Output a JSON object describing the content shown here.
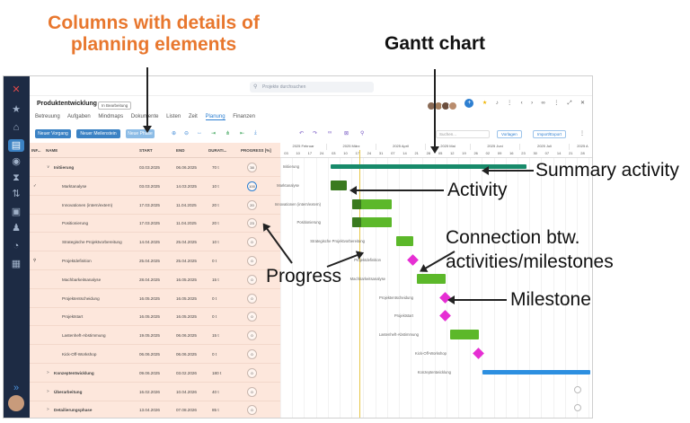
{
  "annotations": {
    "columns_title": "Columns with details of planning elements",
    "gantt_title": "Gantt chart",
    "summary_activity": "Summary activity",
    "activity": "Activity",
    "connection_line1": "Connection btw.",
    "connection_line2": "activities/milestones",
    "progress": "Progress",
    "milestone": "Milestone"
  },
  "app": {
    "search_placeholder": "Projekte durchsuchen",
    "project_title": "Produktentwicklung",
    "status_badge": "In Bearbeitung",
    "tabs": [
      "Betreuung",
      "Aufgaben",
      "Mindmaps",
      "Dokumente",
      "Listen",
      "Zeit",
      "Planung",
      "Finanzen"
    ],
    "active_tab": "Planung"
  },
  "toolbar": {
    "new_process": "Neuer Vorgang",
    "new_milestone": "Neuer Meilenstein",
    "new_phase": "Neue Phase",
    "search_placeholder": "Suchen...",
    "templates": "Vorlagen",
    "import_export": "Import/Export"
  },
  "table": {
    "headers": {
      "info": "INF...",
      "name": "NAME",
      "start": "START",
      "end": "END",
      "duration": "DURATI...",
      "progress": "PROGRESS [%]"
    },
    "rows": [
      {
        "name": "Initiierung",
        "start": "03.03.2025",
        "end": "06.06.2025",
        "dur": "70 t",
        "prog": "38",
        "level": 1,
        "bold": true,
        "expander": "∨"
      },
      {
        "name": "Marktanalyse",
        "start": "03.03.2025",
        "end": "14.03.2025",
        "dur": "10 t",
        "prog": "100",
        "level": 2,
        "check": "✓"
      },
      {
        "name": "Innovationen (intern/extern)",
        "start": "17.03.2025",
        "end": "11.04.2025",
        "dur": "20 t",
        "prog": "20",
        "level": 2
      },
      {
        "name": "Positionierung",
        "start": "17.03.2025",
        "end": "11.04.2025",
        "dur": "20 t",
        "prog": "23",
        "level": 2
      },
      {
        "name": "Strategische Projektvorbereitung",
        "start": "14.04.2025",
        "end": "25.04.2025",
        "dur": "10 t",
        "prog": "0",
        "level": 2
      },
      {
        "name": "Projektdefinition",
        "start": "25.04.2025",
        "end": "25.04.2025",
        "dur": "0 t",
        "prog": "0",
        "level": 2,
        "pin": "⚲"
      },
      {
        "name": "Machbarkeitsanalyse",
        "start": "28.04.2025",
        "end": "16.05.2025",
        "dur": "15 t",
        "prog": "0",
        "level": 2
      },
      {
        "name": "Projektentscheidung",
        "start": "16.05.2025",
        "end": "16.05.2025",
        "dur": "0 t",
        "prog": "0",
        "level": 2
      },
      {
        "name": "Projektstart",
        "start": "16.05.2025",
        "end": "16.05.2025",
        "dur": "0 t",
        "prog": "0",
        "level": 2
      },
      {
        "name": "Lastenheft-Abstimmung",
        "start": "19.05.2025",
        "end": "06.06.2025",
        "dur": "15 t",
        "prog": "0",
        "level": 2
      },
      {
        "name": "Kick-Off-Workshop",
        "start": "06.06.2025",
        "end": "06.06.2025",
        "dur": "0 t",
        "prog": "0",
        "level": 2
      },
      {
        "name": "Konzeptentwicklung",
        "start": "09.06.2025",
        "end": "03.02.2026",
        "dur": "180 t",
        "prog": "0",
        "level": 1,
        "bold": true,
        "expander": ">"
      },
      {
        "name": "Überarbeitung",
        "start": "16.02.2026",
        "end": "10.04.2026",
        "dur": "40 t",
        "prog": "0",
        "level": 1,
        "bold": true,
        "expander": ">"
      },
      {
        "name": "Detailierungsphase",
        "start": "13.04.2026",
        "end": "07.08.2026",
        "dur": "85 t",
        "prog": "0",
        "level": 1,
        "bold": true,
        "expander": ">"
      }
    ]
  },
  "gantt": {
    "months": [
      "2025 Februar",
      "2025 März",
      "2025 April",
      "2025 Mai",
      "2025 Juni",
      "2025 Juli",
      "2025 A"
    ],
    "days": [
      "03",
      "10",
      "17",
      "24",
      "03",
      "10",
      "17",
      "24",
      "31",
      "07",
      "14",
      "21",
      "28",
      "05",
      "12",
      "19",
      "26",
      "02",
      "09",
      "16",
      "23",
      "30",
      "07",
      "14",
      "21",
      "28",
      "04"
    ],
    "labels": {
      "r0": "Initiierung",
      "r1": "Marktanalyse",
      "r2": "Innovationen (intern/extern)",
      "r3": "Positionierung",
      "r4": "Strategische Projektvorbereitung",
      "r5": "Projektdefinition",
      "r6": "Machbarkeitsanalyse",
      "r7": "Projektentscheidung",
      "r8": "Projektstart",
      "r9": "Lastenheft-Abstimmung",
      "r10": "Kick-Off-Workshop",
      "r11": "Konzeptentwicklung"
    }
  },
  "colors": {
    "annotation_orange": "#e8772e",
    "table_highlight": "#fde7dc",
    "activity_green": "#5cb82a",
    "milestone_pink": "#e62ed3",
    "summary_teal": "#178a6a",
    "rail": "#1d2b44",
    "accent_blue": "#3b82c4"
  }
}
